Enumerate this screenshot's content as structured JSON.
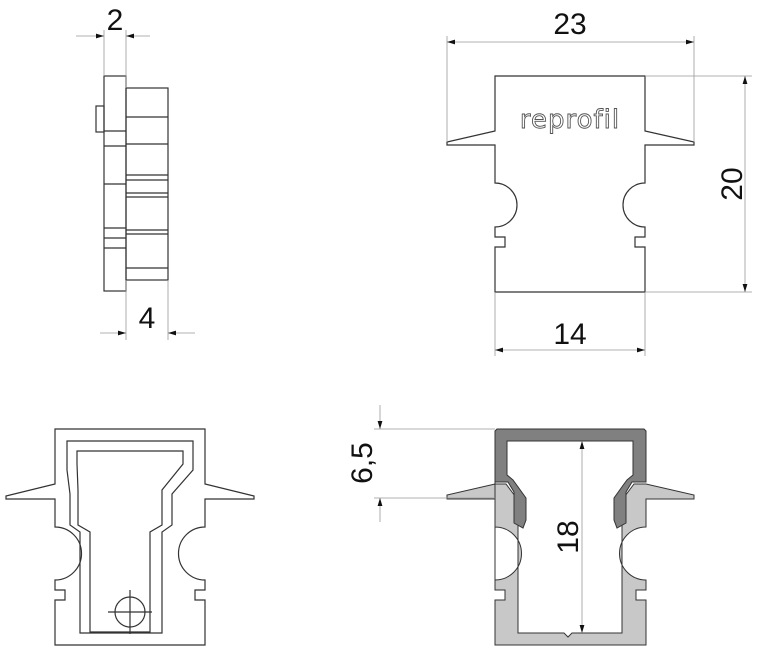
{
  "logo_text": "reprofil",
  "side_view": {
    "thickness_plate": "2",
    "thickness_body": "4"
  },
  "front_view": {
    "width_total": "23",
    "height": "20",
    "width_body": "14"
  },
  "section_view": {
    "cap_height": "6,5",
    "inner_height": "18"
  },
  "colors": {
    "profile_fill": "#c8c8c8",
    "cap_fill": "#808080",
    "line": "#333333"
  }
}
